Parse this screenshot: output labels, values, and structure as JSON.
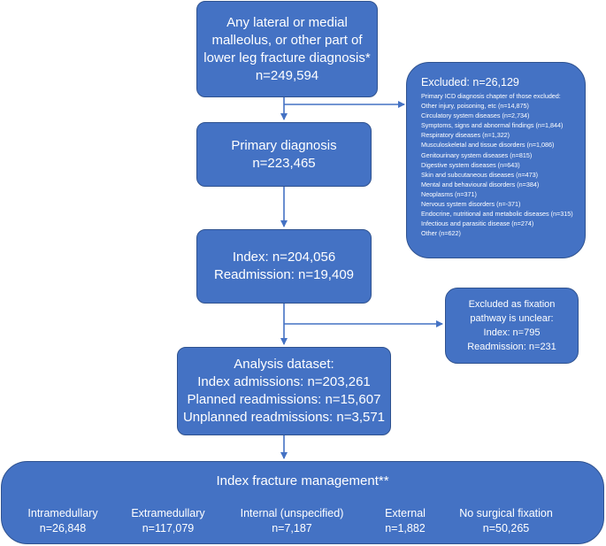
{
  "boxes": {
    "initial": {
      "line1": "Any lateral or medial",
      "line2": "malleolus, or other part of",
      "line3": "lower leg fracture diagnosis*",
      "count": "n=249,594"
    },
    "primary": {
      "line1": "Primary diagnosis",
      "count": "n=223,465"
    },
    "index": {
      "line1": "Index: n=204,056",
      "line2": "Readmission: n=19,409"
    },
    "analysis": {
      "line1": "Analysis dataset:",
      "line2": "Index admissions: n=203,261",
      "line3": "Planned readmissions: n=15,607",
      "line4": "Unplanned readmissions: n=3,571"
    },
    "excluded_diagnosis": {
      "title": "Excluded: n=26,129",
      "items": [
        "Primary ICD diagnosis chapter of those excluded:",
        "Other injury, poisoning, etc (n=14,875)",
        "Circulatory system diseases (n=2,734)",
        "Symptoms, signs and abnormal findings (n=1,844)",
        "Respiratory diseases (n=1,322)",
        "Musculoskeletal and tissue disorders (n=1,086)",
        "Genitourinary system diseases (n=815)",
        "Digestive system diseases (n=643)",
        "Skin and subcutaneous diseases (n=473)",
        "Mental and behavioural disorders (n=384)",
        "Neoplasms (n=371)",
        "Nervous system disorders (n=-371)",
        "Endocrine, nutritional and metabolic diseases (n=315)",
        "Infectious and parasitic disease (n=274)",
        "Other (n=622)"
      ]
    },
    "excluded_fixation": {
      "line1": "Excluded as fixation",
      "line2": "pathway is unclear:",
      "line3": "Index: n=795",
      "line4": "Readmission: n=231"
    },
    "management": {
      "title": "Index fracture management**",
      "columns": [
        {
          "label": "Intramedullary",
          "count": "n=26,848"
        },
        {
          "label": "Extramedullary",
          "count": "n=117,079"
        },
        {
          "label": "Internal (unspecified)",
          "count": "n=7,187"
        },
        {
          "label": "External",
          "count": "n=1,882"
        },
        {
          "label": "No surgical fixation",
          "count": "n=50,265"
        }
      ]
    }
  },
  "colors": {
    "box_fill": "#4472C4",
    "box_border": "#2F528F",
    "arrow": "#4472C4",
    "text": "#FFFFFF"
  }
}
